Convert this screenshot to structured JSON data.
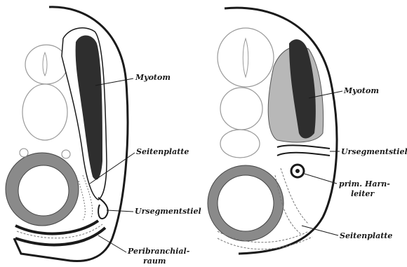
{
  "left_figure": {
    "labels": {
      "myotom": "Myotom",
      "seitenplatte": "Seitenplatte",
      "ursegmentstiel": "Ursegmentstiel",
      "peribranchial_line1": "Peribranchial-",
      "peribranchial_line2": "raum"
    }
  },
  "right_figure": {
    "labels": {
      "myotom": "Myotom",
      "ursegmentstiel": "Ursegmentstiel",
      "harnleiter_line1": "prim. Harn-",
      "harnleiter_line2": "leiter",
      "seitenplatte": "Seitenplatte"
    }
  },
  "colors": {
    "ink": "#1a1a1a",
    "dark_tissue": "#2e2e2e",
    "gray_tissue": "#8a8a8a",
    "light_tissue": "#b8b8b8",
    "paper": "#ffffff"
  }
}
